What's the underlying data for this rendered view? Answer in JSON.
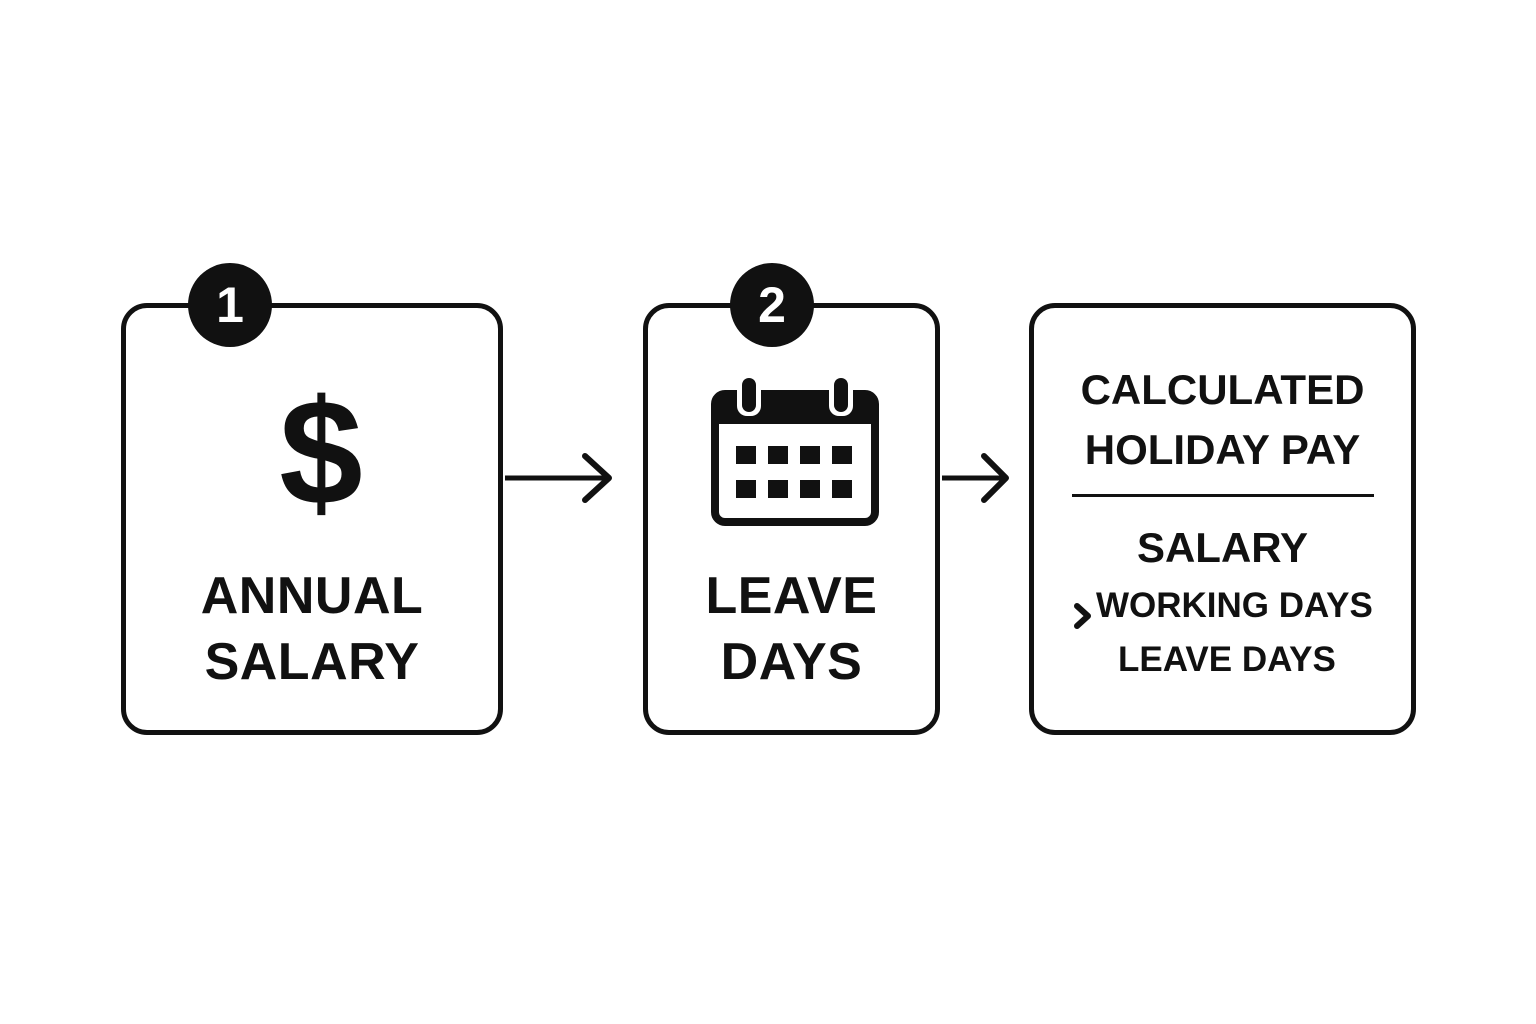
{
  "steps": [
    {
      "number": "1",
      "label_line1": "ANNUAL",
      "label_line2": "SALARY",
      "icon": "dollar-icon"
    },
    {
      "number": "2",
      "label_line1": "LEAVE",
      "label_line2": "DAYS",
      "icon": "calendar-icon"
    }
  ],
  "result": {
    "title_line1": "CALCULATED",
    "title_line2": "HOLIDAY PAY",
    "formula_numerator": "SALARY",
    "formula_line2": "WORKING DAYS",
    "formula_line3": "LEAVE DAYS",
    "formula_marker": "›"
  },
  "colors": {
    "ink": "#111111",
    "background": "#ffffff"
  }
}
